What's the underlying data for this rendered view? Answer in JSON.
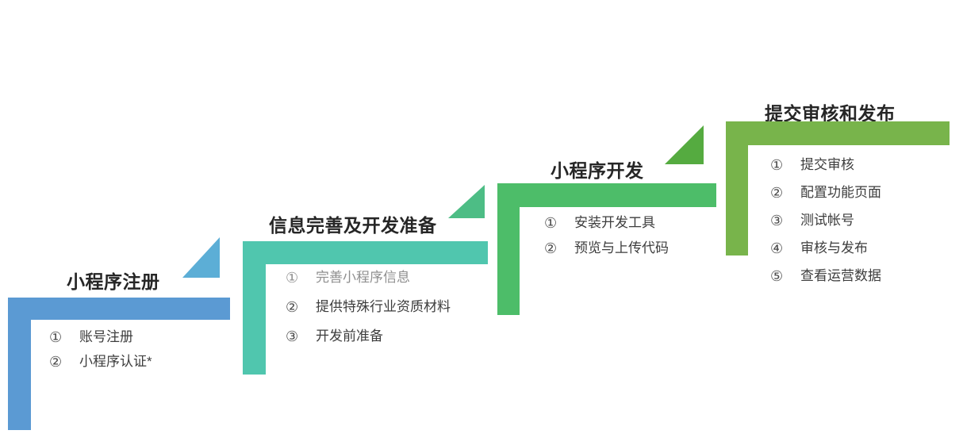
{
  "diagram": {
    "description": "Mini program development staircase flow diagram",
    "steps": [
      {
        "title": "小程序注册",
        "bar_color": "#5b9ad3",
        "triangle_color": "#5caed6",
        "items": [
          {
            "num": "①",
            "label": "账号注册"
          },
          {
            "num": "②",
            "label": "小程序认证*"
          }
        ]
      },
      {
        "title": "信息完善及开发准备",
        "bar_color": "#50c6ae",
        "triangle_color": "#4dbd85",
        "items": [
          {
            "num": "①",
            "label": "完善小程序信息",
            "muted": true
          },
          {
            "num": "②",
            "label": "提供特殊行业资质材料"
          },
          {
            "num": "③",
            "label": "开发前准备"
          }
        ]
      },
      {
        "title": "小程序开发",
        "bar_color": "#4dbd69",
        "triangle_color": "#55ab40",
        "items": [
          {
            "num": "①",
            "label": "安装开发工具"
          },
          {
            "num": "②",
            "label": "预览与上传代码"
          }
        ]
      },
      {
        "title": "提交审核和发布",
        "bar_color": "#78b44b",
        "items": [
          {
            "num": "①",
            "label": "提交审核"
          },
          {
            "num": "②",
            "label": "配置功能页面"
          },
          {
            "num": "③",
            "label": "测试帐号"
          },
          {
            "num": "④",
            "label": "审核与发布"
          },
          {
            "num": "⑤",
            "label": "查看运营数据"
          }
        ]
      }
    ],
    "text_colors": {
      "title": "#262626",
      "item": "#3d3d3d",
      "item_muted": "#8f8f8f"
    }
  }
}
